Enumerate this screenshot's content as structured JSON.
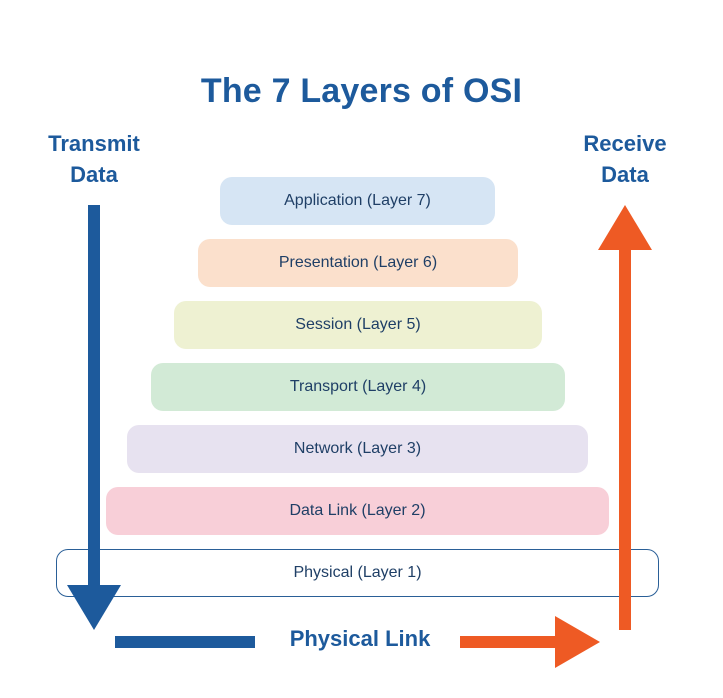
{
  "title": "The 7 Layers of OSI",
  "transmit": {
    "line1": "Transmit",
    "line2": "Data"
  },
  "receive": {
    "line1": "Receive",
    "line2": "Data"
  },
  "layers": [
    {
      "label": "Application (Layer 7)",
      "color": "#d6e5f4"
    },
    {
      "label": "Presentation (Layer 6)",
      "color": "#fbe0cc"
    },
    {
      "label": "Session (Layer 5)",
      "color": "#eef1d2"
    },
    {
      "label": "Transport (Layer 4)",
      "color": "#d2ead6"
    },
    {
      "label": "Network (Layer 3)",
      "color": "#e7e2f0"
    },
    {
      "label": "Data Link (Layer 2)",
      "color": "#f8cfd8"
    },
    {
      "label": "Physical (Layer 1)",
      "color": "#ffffff"
    }
  ],
  "physical_link": "Physical Link",
  "colors": {
    "transmit_arrow": "#1d5a9c",
    "receive_arrow": "#ee5a24",
    "title": "#1d5a9c"
  }
}
